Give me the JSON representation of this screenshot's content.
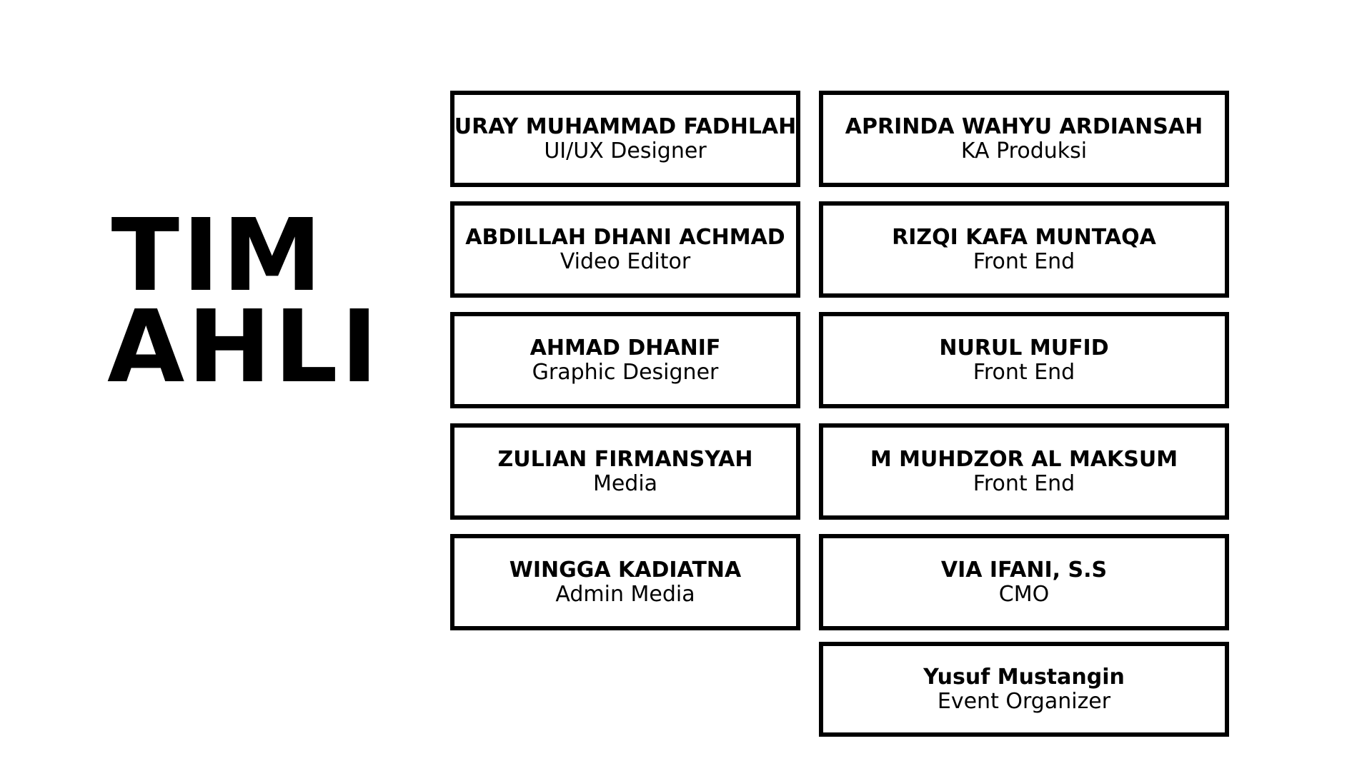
{
  "title": {
    "line1": "TIM",
    "line2": "AHLI"
  },
  "members": [
    {
      "name": "URAY MUHAMMAD FADHLAH",
      "role": "UI/UX Designer"
    },
    {
      "name": "APRINDA WAHYU ARDIANSAH",
      "role": "KA Produksi"
    },
    {
      "name": "ABDILLAH DHANI ACHMAD",
      "role": "Video Editor"
    },
    {
      "name": "RIZQI KAFA MUNTAQA",
      "role": "Front End"
    },
    {
      "name": "AHMAD DHANIF",
      "role": "Graphic Designer"
    },
    {
      "name": "NURUL MUFID",
      "role": "Front End"
    },
    {
      "name": "ZULIAN FIRMANSYAH",
      "role": "Media"
    },
    {
      "name": "M MUHDZOR AL MAKSUM",
      "role": "Front End"
    },
    {
      "name": "WINGGA KADIATNA",
      "role": "Admin Media"
    },
    {
      "name": "VIA IFANI, S.S",
      "role": "CMO"
    },
    {
      "name": "Yusuf Mustangin",
      "role": "Event Organizer"
    }
  ]
}
